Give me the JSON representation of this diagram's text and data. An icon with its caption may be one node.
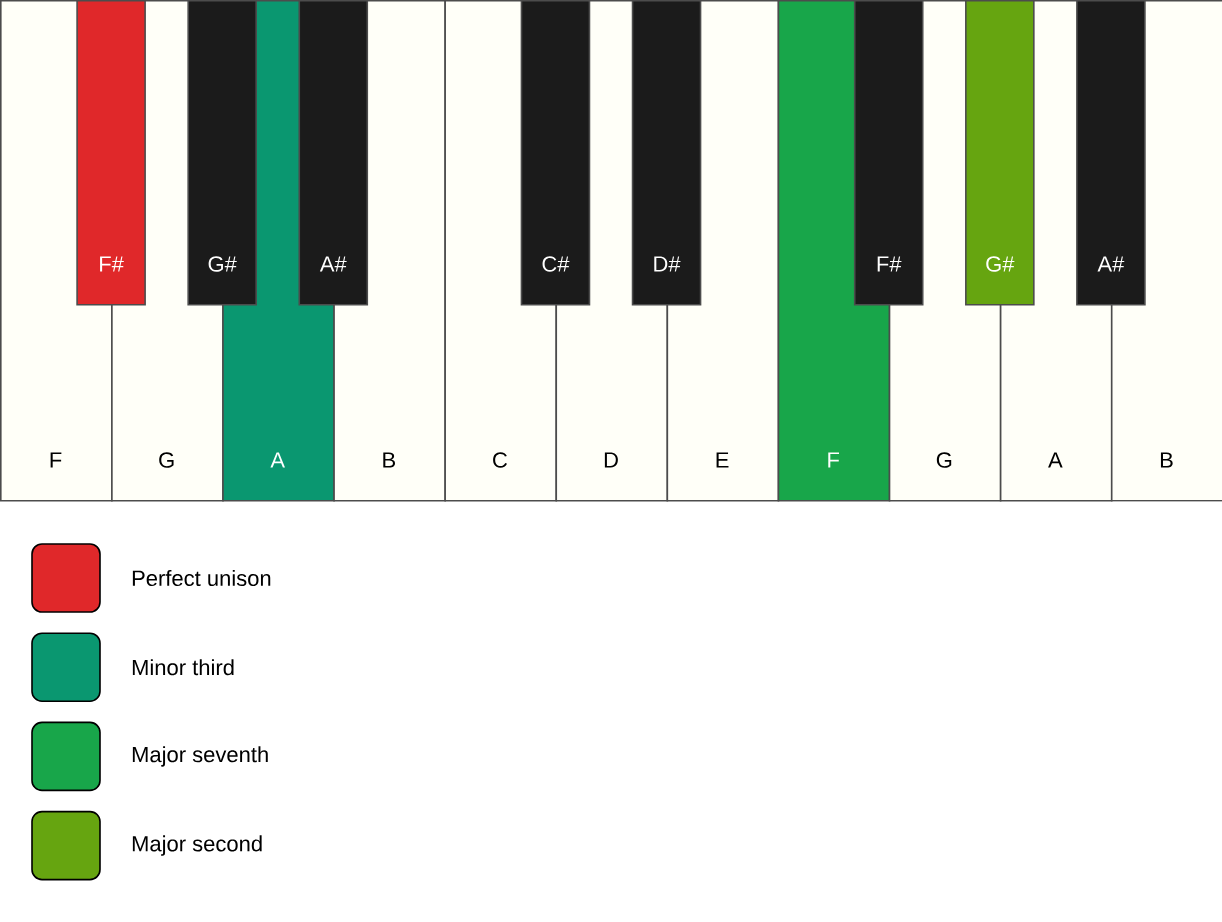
{
  "diagram": {
    "nodes": [
      {
        "text": [
          "F"
        ]
      },
      {
        "text": [
          "G"
        ]
      },
      {
        "text": [
          "A"
        ]
      },
      {
        "text": [
          "B"
        ]
      },
      {
        "text": [
          "C"
        ]
      },
      {
        "text": [
          "D"
        ]
      },
      {
        "text": [
          "E"
        ]
      },
      {
        "text": [
          "F"
        ]
      },
      {
        "text": [
          "G"
        ]
      },
      {
        "text": [
          "A"
        ]
      },
      {
        "text": [
          "B"
        ]
      },
      {
        "text": [
          "F#"
        ]
      },
      {
        "text": [
          "G#"
        ]
      },
      {
        "text": [
          "A#"
        ]
      },
      {
        "text": [
          "C#"
        ]
      },
      {
        "text": [
          "D#"
        ]
      },
      {
        "text": [
          "F#"
        ]
      },
      {
        "text": [
          "G#"
        ]
      },
      {
        "text": [
          "A#"
        ]
      }
    ],
    "legend": [
      {
        "text": "Perfect unison",
        "color": "#e0282a"
      },
      {
        "text": "Minor third",
        "color": "#0a9770"
      },
      {
        "text": "Major seventh",
        "color": "#18a64a"
      },
      {
        "text": "Major second",
        "color": "#66a510"
      }
    ]
  }
}
